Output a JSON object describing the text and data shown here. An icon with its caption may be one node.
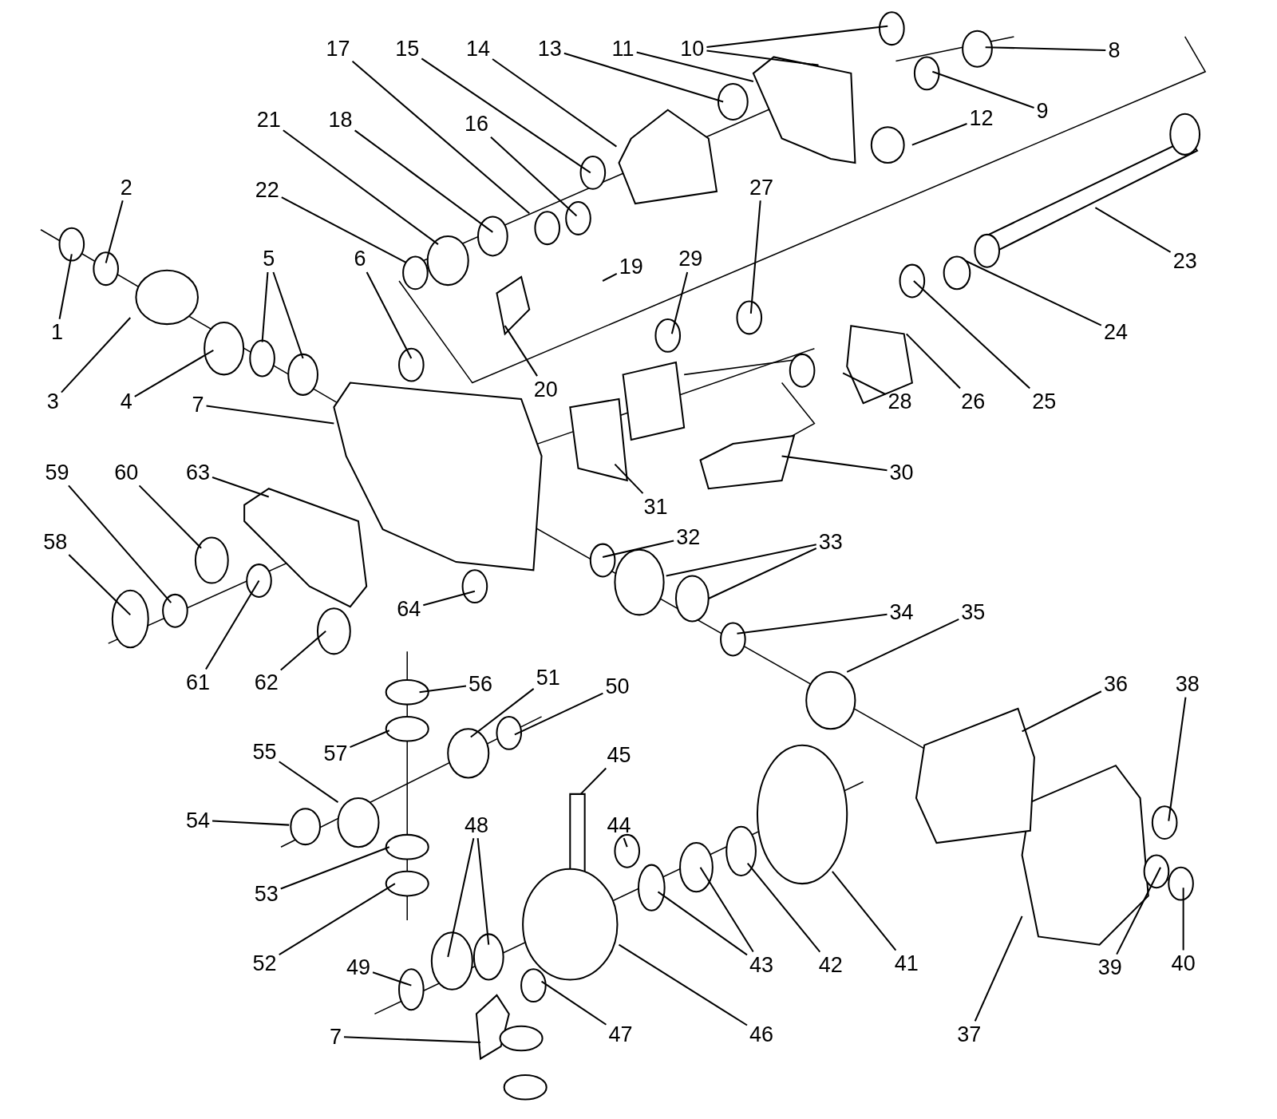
{
  "diagram": {
    "nodes": [
      {
        "text": [
          "1"
        ]
      },
      {
        "text": [
          "2"
        ]
      },
      {
        "text": [
          "3"
        ]
      },
      {
        "text": [
          "4"
        ]
      },
      {
        "text": [
          "5"
        ]
      },
      {
        "text": [
          "6"
        ]
      },
      {
        "text": [
          "7"
        ]
      },
      {
        "text": [
          "8"
        ]
      },
      {
        "text": [
          "9"
        ]
      },
      {
        "text": [
          "10"
        ]
      },
      {
        "text": [
          "11"
        ]
      },
      {
        "text": [
          "12"
        ]
      },
      {
        "text": [
          "13"
        ]
      },
      {
        "text": [
          "14"
        ]
      },
      {
        "text": [
          "15"
        ]
      },
      {
        "text": [
          "16"
        ]
      },
      {
        "text": [
          "17"
        ]
      },
      {
        "text": [
          "18"
        ]
      },
      {
        "text": [
          "19"
        ]
      },
      {
        "text": [
          "20"
        ]
      },
      {
        "text": [
          "21"
        ]
      },
      {
        "text": [
          "22"
        ]
      },
      {
        "text": [
          "23"
        ]
      },
      {
        "text": [
          "24"
        ]
      },
      {
        "text": [
          "25"
        ]
      },
      {
        "text": [
          "26"
        ]
      },
      {
        "text": [
          "27"
        ]
      },
      {
        "text": [
          "28"
        ]
      },
      {
        "text": [
          "29"
        ]
      },
      {
        "text": [
          "30"
        ]
      },
      {
        "text": [
          "31"
        ]
      },
      {
        "text": [
          "32"
        ]
      },
      {
        "text": [
          "33"
        ]
      },
      {
        "text": [
          "34"
        ]
      },
      {
        "text": [
          "35"
        ]
      },
      {
        "text": [
          "36"
        ]
      },
      {
        "text": [
          "37"
        ]
      },
      {
        "text": [
          "38"
        ]
      },
      {
        "text": [
          "39"
        ]
      },
      {
        "text": [
          "40"
        ]
      },
      {
        "text": [
          "41"
        ]
      },
      {
        "text": [
          "42"
        ]
      },
      {
        "text": [
          "43"
        ]
      },
      {
        "text": [
          "44"
        ]
      },
      {
        "text": [
          "45"
        ]
      },
      {
        "text": [
          "46"
        ]
      },
      {
        "text": [
          "47"
        ]
      },
      {
        "text": [
          "48"
        ]
      },
      {
        "text": [
          "49"
        ]
      },
      {
        "text": [
          "50"
        ]
      },
      {
        "text": [
          "51"
        ]
      },
      {
        "text": [
          "52"
        ]
      },
      {
        "text": [
          "53"
        ]
      },
      {
        "text": [
          "54"
        ]
      },
      {
        "text": [
          "55"
        ]
      },
      {
        "text": [
          "56"
        ]
      },
      {
        "text": [
          "57"
        ]
      },
      {
        "text": [
          "58"
        ]
      },
      {
        "text": [
          "59"
        ]
      },
      {
        "text": [
          "60"
        ]
      },
      {
        "text": [
          "61"
        ]
      },
      {
        "text": [
          "62"
        ]
      },
      {
        "text": [
          "63"
        ]
      },
      {
        "text": [
          "64"
        ]
      },
      {
        "text": [
          "7"
        ]
      }
    ],
    "edges": [
      {
        "from": 0,
        "to": null,
        "arrow": "none"
      },
      {
        "from": 1,
        "to": null,
        "arrow": "none"
      },
      {
        "from": 2,
        "to": null,
        "arrow": "none"
      },
      {
        "from": 3,
        "to": null,
        "arrow": "none"
      },
      {
        "from": 4,
        "to": null,
        "arrow": "none"
      },
      {
        "from": 4,
        "to": null,
        "arrow": "none"
      },
      {
        "from": 5,
        "to": null,
        "arrow": "none"
      },
      {
        "from": 6,
        "to": null,
        "arrow": "none"
      },
      {
        "from": 7,
        "to": null,
        "arrow": "none"
      },
      {
        "from": 8,
        "to": null,
        "arrow": "none"
      },
      {
        "from": 9,
        "to": null,
        "arrow": "none"
      },
      {
        "from": 9,
        "to": null,
        "arrow": "none"
      },
      {
        "from": 10,
        "to": null,
        "arrow": "none"
      },
      {
        "from": 11,
        "to": null,
        "arrow": "none"
      },
      {
        "from": 12,
        "to": null,
        "arrow": "none"
      },
      {
        "from": 13,
        "to": null,
        "arrow": "none"
      },
      {
        "from": 14,
        "to": null,
        "arrow": "none"
      },
      {
        "from": 15,
        "to": null,
        "arrow": "none"
      },
      {
        "from": 16,
        "to": null,
        "arrow": "none"
      },
      {
        "from": 17,
        "to": null,
        "arrow": "none"
      },
      {
        "from": 18,
        "to": null,
        "arrow": "none"
      },
      {
        "from": 19,
        "to": null,
        "arrow": "none"
      },
      {
        "from": 20,
        "to": null,
        "arrow": "none"
      },
      {
        "from": 21,
        "to": null,
        "arrow": "none"
      },
      {
        "from": 22,
        "to": null,
        "arrow": "none"
      },
      {
        "from": 23,
        "to": null,
        "arrow": "none"
      },
      {
        "from": 24,
        "to": null,
        "arrow": "none"
      },
      {
        "from": 25,
        "to": null,
        "arrow": "none"
      },
      {
        "from": 26,
        "to": null,
        "arrow": "none"
      },
      {
        "from": 27,
        "to": null,
        "arrow": "none"
      },
      {
        "from": 28,
        "to": null,
        "arrow": "none"
      },
      {
        "from": 29,
        "to": null,
        "arrow": "none"
      },
      {
        "from": 30,
        "to": null,
        "arrow": "none"
      },
      {
        "from": 31,
        "to": null,
        "arrow": "none"
      },
      {
        "from": 32,
        "to": null,
        "arrow": "none"
      },
      {
        "from": 32,
        "to": null,
        "arrow": "none"
      },
      {
        "from": 33,
        "to": null,
        "arrow": "none"
      },
      {
        "from": 34,
        "to": null,
        "arrow": "none"
      },
      {
        "from": 35,
        "to": null,
        "arrow": "none"
      },
      {
        "from": 36,
        "to": null,
        "arrow": "none"
      },
      {
        "from": 37,
        "to": null,
        "arrow": "none"
      },
      {
        "from": 38,
        "to": null,
        "arrow": "none"
      },
      {
        "from": 39,
        "to": null,
        "arrow": "none"
      },
      {
        "from": 40,
        "to": null,
        "arrow": "none"
      },
      {
        "from": 41,
        "to": null,
        "arrow": "none"
      },
      {
        "from": 42,
        "to": null,
        "arrow": "none"
      },
      {
        "from": 42,
        "to": null,
        "arrow": "none"
      },
      {
        "from": 43,
        "to": null,
        "arrow": "none"
      },
      {
        "from": 44,
        "to": null,
        "arrow": "none"
      },
      {
        "from": 45,
        "to": null,
        "arrow": "none"
      },
      {
        "from": 46,
        "to": null,
        "arrow": "none"
      },
      {
        "from": 47,
        "to": null,
        "arrow": "none"
      },
      {
        "from": 47,
        "to": null,
        "arrow": "none"
      },
      {
        "from": 48,
        "to": null,
        "arrow": "none"
      },
      {
        "from": 49,
        "to": null,
        "arrow": "none"
      },
      {
        "from": 50,
        "to": null,
        "arrow": "none"
      },
      {
        "from": 51,
        "to": null,
        "arrow": "none"
      },
      {
        "from": 52,
        "to": null,
        "arrow": "none"
      },
      {
        "from": 53,
        "to": null,
        "arrow": "none"
      },
      {
        "from": 54,
        "to": null,
        "arrow": "none"
      },
      {
        "from": 55,
        "to": null,
        "arrow": "none"
      },
      {
        "from": 56,
        "to": null,
        "arrow": "none"
      },
      {
        "from": 57,
        "to": null,
        "arrow": "none"
      },
      {
        "from": 58,
        "to": null,
        "arrow": "none"
      },
      {
        "from": 59,
        "to": null,
        "arrow": "none"
      },
      {
        "from": 60,
        "to": null,
        "arrow": "none"
      },
      {
        "from": 61,
        "to": null,
        "arrow": "none"
      },
      {
        "from": 62,
        "to": null,
        "arrow": "none"
      },
      {
        "from": 63,
        "to": null,
        "arrow": "none"
      },
      {
        "from": 64,
        "to": null,
        "arrow": "none"
      }
    ]
  }
}
